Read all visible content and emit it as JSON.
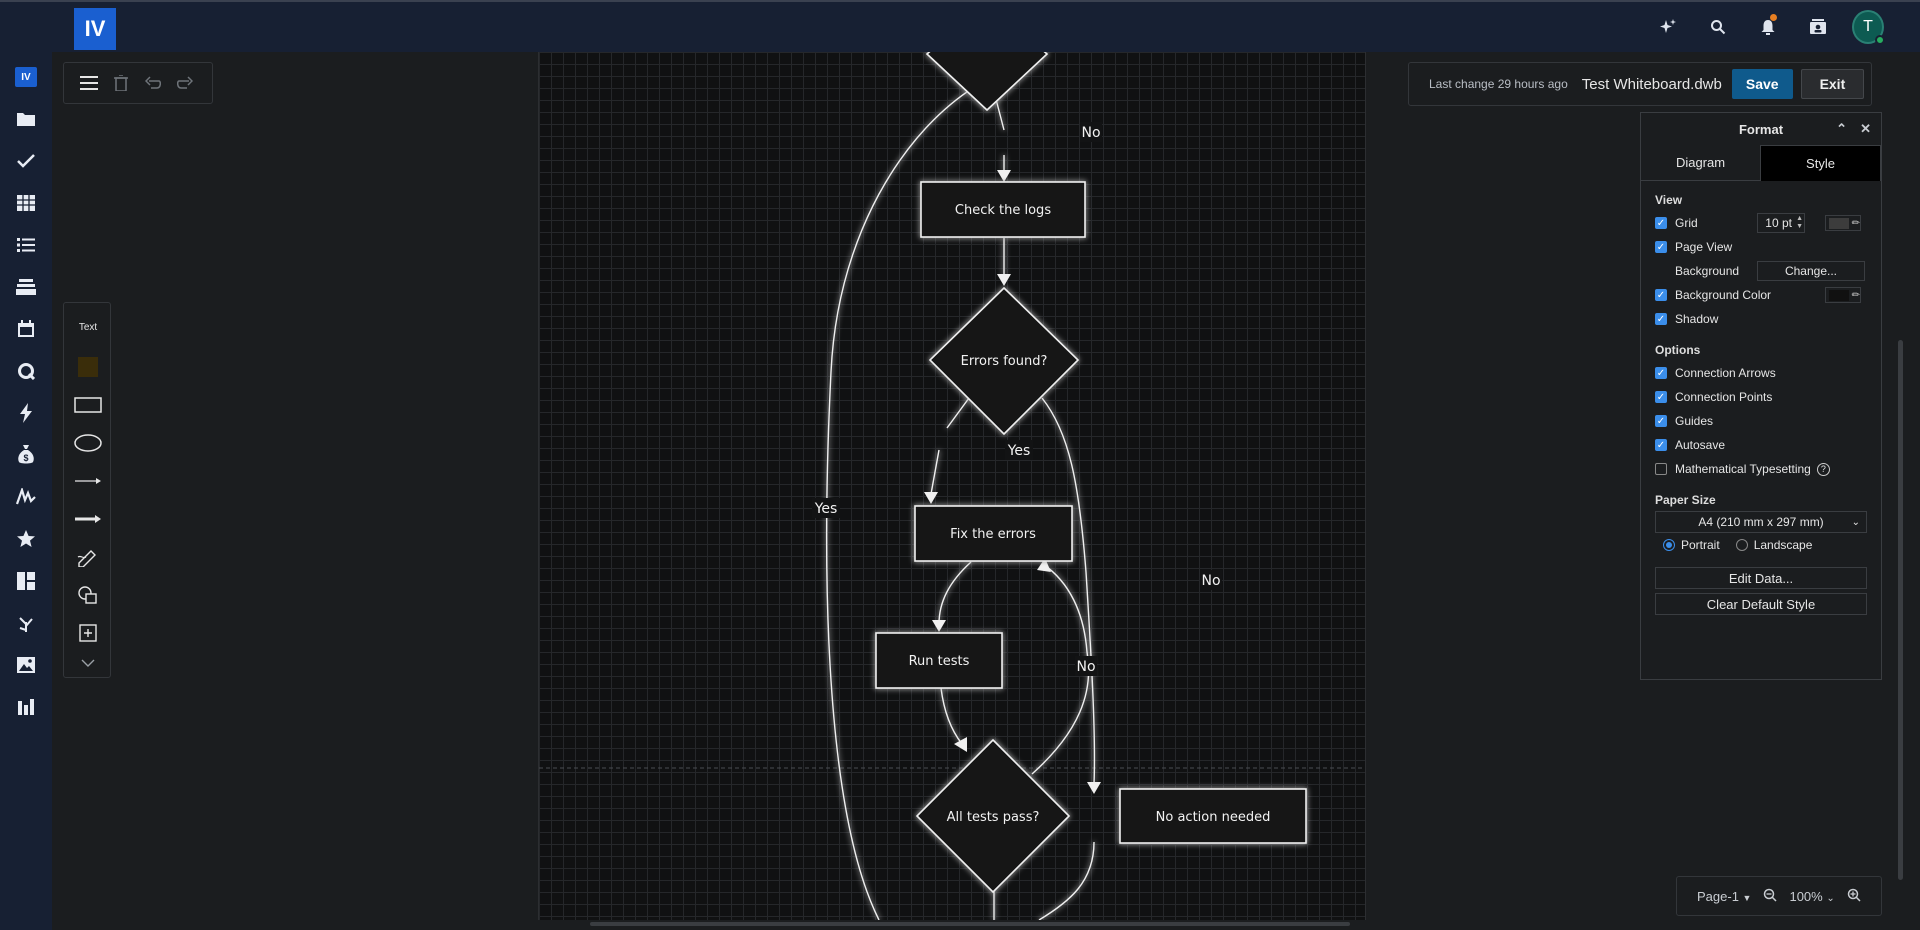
{
  "app": {
    "logo_text": "IV",
    "sidebar_logo_text": "IV"
  },
  "topbar": {
    "icons": [
      "sparkle-icon",
      "search-icon",
      "bell-icon",
      "contacts-icon"
    ],
    "avatar_initial": "T"
  },
  "sidebar": {
    "items": [
      "logo",
      "folder-icon",
      "check-icon",
      "table-icon",
      "list-icon",
      "stack-icon",
      "calendar-icon",
      "q-icon",
      "bolt-icon",
      "money-bag-icon",
      "signature-icon",
      "star-icon",
      "dashboard-icon",
      "plant-icon",
      "image-icon",
      "bar-chart-icon"
    ]
  },
  "toolbar": {
    "items": [
      "menu-icon",
      "delete-icon",
      "undo-icon",
      "redo-icon"
    ]
  },
  "shapes": {
    "text_label": "Text"
  },
  "file": {
    "last_change": "Last change 29 hours ago",
    "filename": "Test Whiteboard.dwb",
    "save_label": "Save",
    "exit_label": "Exit"
  },
  "format": {
    "title": "Format",
    "tabs": [
      "Diagram",
      "Style"
    ],
    "view_title": "View",
    "grid_label": "Grid",
    "grid_size": "10 pt",
    "page_view_label": "Page View",
    "background_label": "Background",
    "change_label": "Change...",
    "background_color_label": "Background Color",
    "shadow_label": "Shadow",
    "options_title": "Options",
    "connection_arrows_label": "Connection Arrows",
    "connection_points_label": "Connection Points",
    "guides_label": "Guides",
    "autosave_label": "Autosave",
    "math_label": "Mathematical Typesetting",
    "paper_size_title": "Paper Size",
    "paper_size_value": "A4 (210 mm x 297 mm)",
    "portrait_label": "Portrait",
    "landscape_label": "Landscape",
    "edit_data_label": "Edit Data...",
    "clear_style_label": "Clear Default Style",
    "colors": {
      "grid_swatch": "#3c3c3c",
      "bg_swatch": "#111111",
      "accent": "#3b8eea"
    }
  },
  "zoom": {
    "page_label": "Page-1",
    "zoom_level": "100%"
  },
  "diagram": {
    "nodes": {
      "check_logs": "Check the logs",
      "errors_found": "Errors found?",
      "fix_errors": "Fix the errors",
      "run_tests": "Run tests",
      "all_tests_pass": "All tests pass?",
      "no_action": "No action needed"
    },
    "labels": {
      "no_top": "No",
      "yes_errors": "Yes",
      "yes_left": "Yes",
      "no_right": "No",
      "no_loop": "No"
    }
  }
}
